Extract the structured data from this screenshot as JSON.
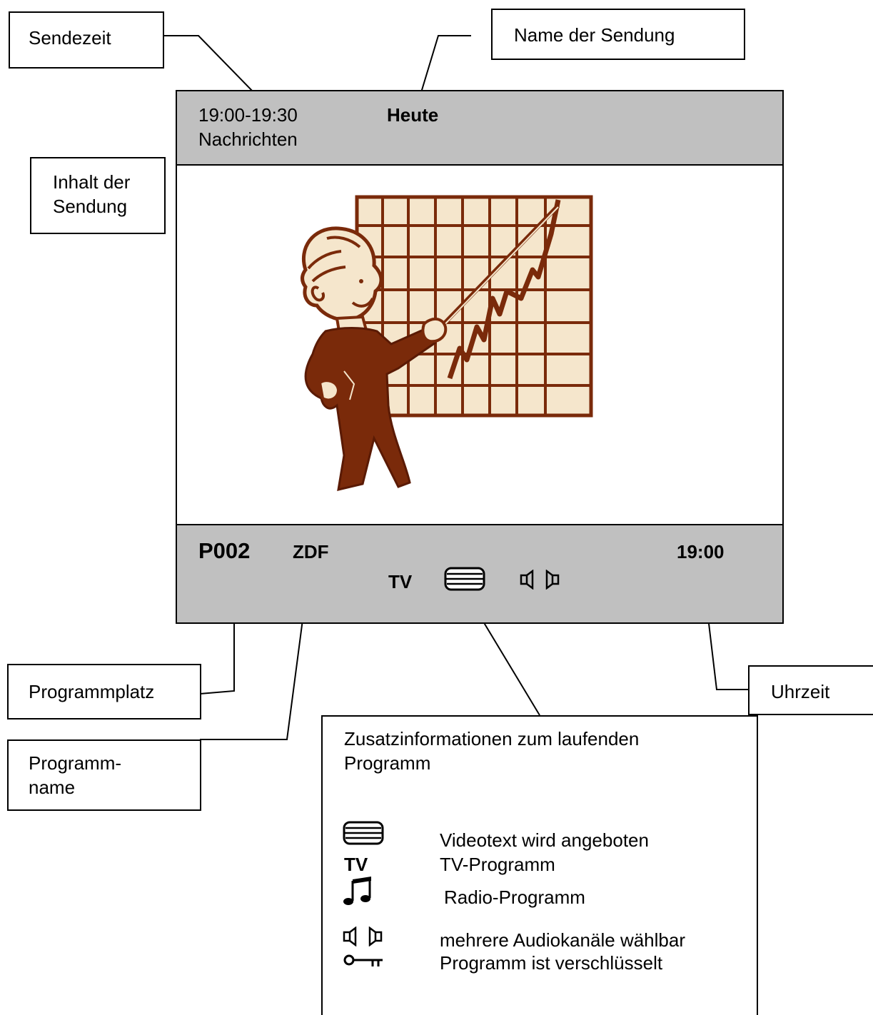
{
  "callouts": {
    "sendezeit": "Sendezeit",
    "name_der_sendung": "Name der Sendung",
    "inhalt_der_sendung": "Inhalt der Sendung",
    "programmplatz": "Programmplatz",
    "programmname": "Programm- name",
    "uhrzeit": "Uhrzeit"
  },
  "screen": {
    "time_range": "19:00-19:30",
    "show_title": "Heute",
    "show_content": "Nachrichten",
    "program_slot": "P002",
    "channel_name": "ZDF",
    "type_label": "TV",
    "clock": "19:00",
    "icons": [
      "teletext-icon",
      "audio-channels-icon"
    ],
    "illustration": "presenter-with-rising-chart",
    "colors": {
      "bar": "#c0c0c0",
      "figure": "#7a2a0a",
      "chart_fill": "#f5e6cc"
    }
  },
  "legend": {
    "title": "Zusatzinformationen zum laufenden Programm",
    "items": [
      {
        "icon": "teletext-icon",
        "label": "Videotext wird angeboten"
      },
      {
        "icon": "tv-text-icon",
        "icon_text": "TV",
        "label": "TV-Programm"
      },
      {
        "icon": "music-note-icon",
        "label": "Radio-Programm"
      },
      {
        "icon": "audio-channels-icon",
        "label": "mehrere Audiokanäle wählbar"
      },
      {
        "icon": "key-icon",
        "label": "Programm ist verschlüsselt"
      }
    ]
  }
}
